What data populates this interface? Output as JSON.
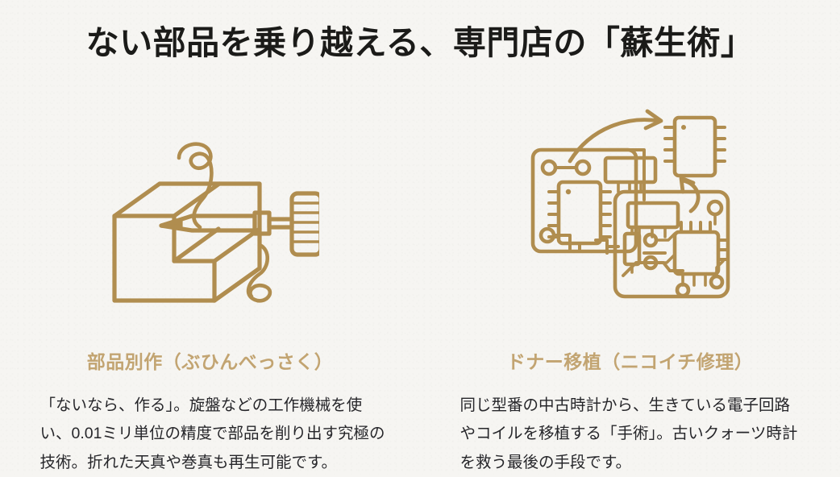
{
  "slide": {
    "title": "ない部品を乗り越える、専門店の「蘇生術」",
    "background_color": "#f6f5f2",
    "title_color": "#1b1b19",
    "accent_gold": "#b08d4f",
    "heading_gold": "#c2a471",
    "body_color": "#26262a"
  },
  "cards": [
    {
      "illustration_name": "lathe-machining-icon",
      "heading": "部品別作（ぶひんべっさく）",
      "body": "「ないなら、作る」。旋盤などの工作機械を使い、0.01ミリ単位の精度で部品を削り出す究極の技術。折れた天真や巻真も再生可能です。"
    },
    {
      "illustration_name": "circuit-board-transplant-icon",
      "heading": "ドナー移植（ニコイチ修理）",
      "body": "同じ型番の中古時計から、生きている電子回路やコイルを移植する「手術」。古いクォーツ時計を救う最後の手段です。"
    }
  ]
}
